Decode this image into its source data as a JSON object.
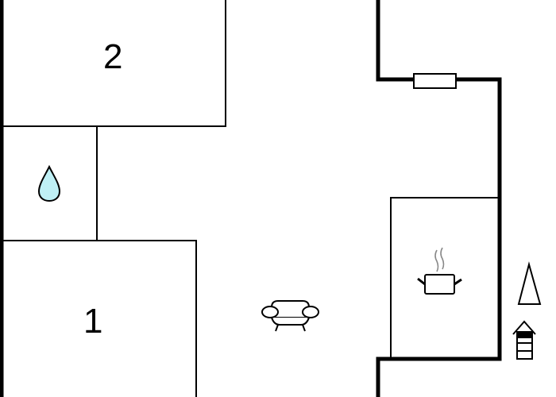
{
  "floorplan": {
    "rooms": [
      {
        "id": "bedroom-2",
        "label": "2"
      },
      {
        "id": "bathroom",
        "label": "",
        "icon": "water-drop-icon"
      },
      {
        "id": "bedroom-1",
        "label": "1"
      },
      {
        "id": "living-room",
        "label": "",
        "icon": "sofa-icon"
      },
      {
        "id": "kitchen",
        "label": "",
        "icon": "cooking-pot-icon"
      }
    ],
    "symbols": [
      "window",
      "north-arrow",
      "stairs-up"
    ],
    "colors": {
      "wall": "#000000",
      "water": "#bff0f5",
      "steam": "#888888"
    }
  }
}
